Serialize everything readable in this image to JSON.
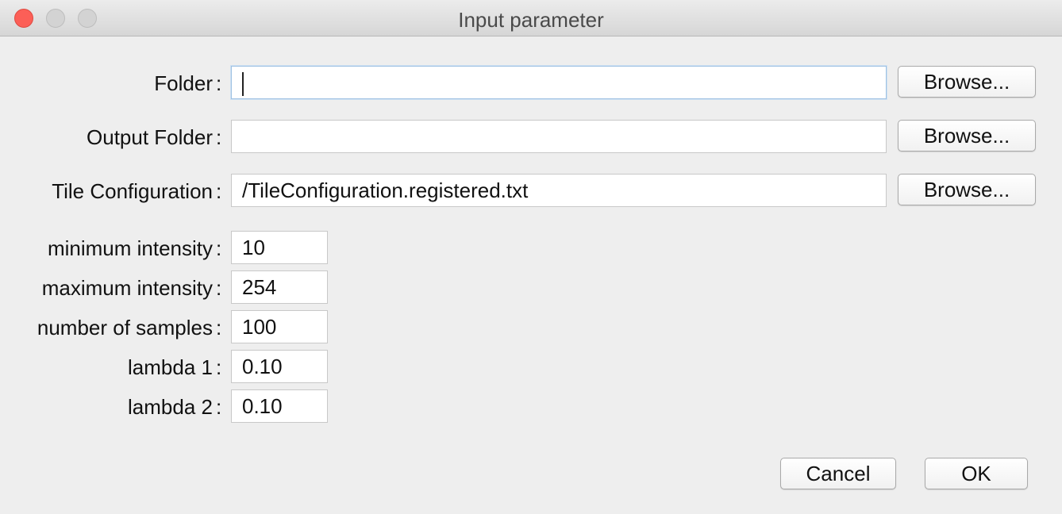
{
  "window": {
    "title": "Input parameter"
  },
  "paths": {
    "colon": ":",
    "folder": {
      "label": "Folder",
      "value": "",
      "browse_label": "Browse..."
    },
    "output_folder": {
      "label": "Output Folder",
      "value": "",
      "browse_label": "Browse..."
    },
    "tile_configuration": {
      "label": "Tile Configuration",
      "value": "/TileConfiguration.registered.txt",
      "browse_label": "Browse..."
    }
  },
  "parameters": {
    "minimum_intensity": {
      "label": "minimum intensity",
      "value": "10"
    },
    "maximum_intensity": {
      "label": "maximum intensity",
      "value": "254"
    },
    "number_of_samples": {
      "label": "number of samples",
      "value": "100"
    },
    "lambda_1": {
      "label": "lambda 1",
      "value": "0.10"
    },
    "lambda_2": {
      "label": "lambda 2",
      "value": "0.10"
    }
  },
  "actions": {
    "cancel_label": "Cancel",
    "ok_label": "OK"
  }
}
